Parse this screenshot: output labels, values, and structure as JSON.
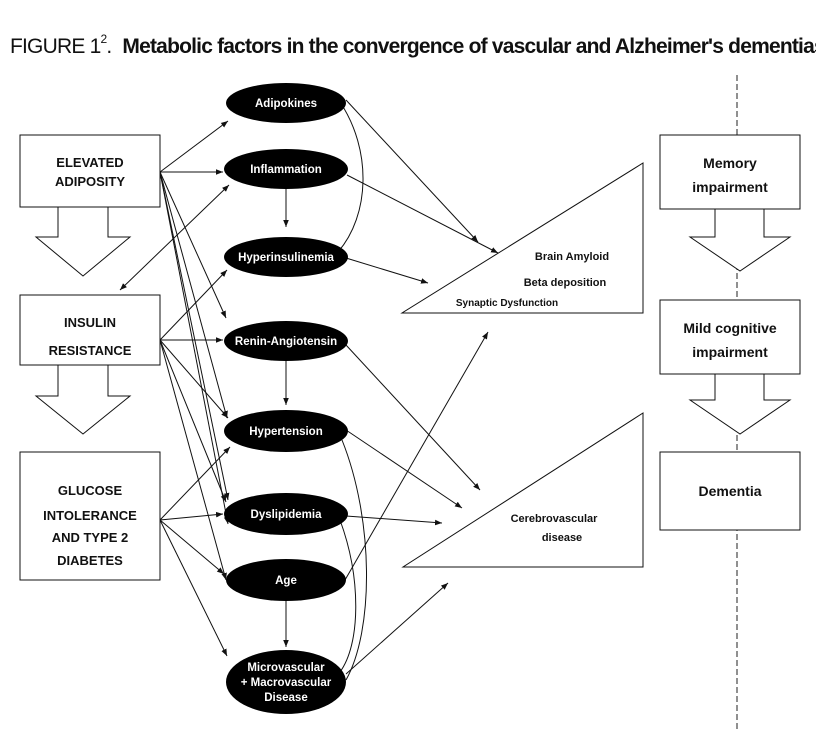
{
  "figure": {
    "label": "FIGURE 1",
    "ref": "2",
    "title": "Metabolic factors in the convergence of vascular and Alzheimer's dementias"
  },
  "left_boxes": [
    {
      "lines": [
        "ELEVATED",
        "ADIPOSITY"
      ]
    },
    {
      "lines": [
        "INSULIN",
        "RESISTANCE"
      ]
    },
    {
      "lines": [
        "GLUCOSE",
        "INTOLERANCE",
        "AND TYPE 2",
        "DIABETES"
      ]
    }
  ],
  "ellipses": [
    {
      "lines": [
        "Adipokines"
      ]
    },
    {
      "lines": [
        "Inflammation"
      ]
    },
    {
      "lines": [
        "Hyperinsulinemia"
      ]
    },
    {
      "lines": [
        "Renin-Angiotensin"
      ]
    },
    {
      "lines": [
        "Hypertension"
      ]
    },
    {
      "lines": [
        "Dyslipidemia"
      ]
    },
    {
      "lines": [
        "Age"
      ]
    },
    {
      "lines": [
        "Microvascular",
        "+ Macrovascular",
        "Disease"
      ]
    }
  ],
  "triangles": {
    "amyloid": {
      "lines": [
        "Brain Amyloid",
        "Beta deposition",
        "Synaptic Dysfunction"
      ]
    },
    "cerebro": {
      "lines": [
        "Cerebrovascular",
        "disease"
      ]
    }
  },
  "right_boxes": [
    {
      "lines": [
        "Memory",
        "impairment"
      ]
    },
    {
      "lines": [
        "Mild cognitive",
        "impairment"
      ]
    },
    {
      "lines": [
        "Dementia"
      ]
    }
  ]
}
